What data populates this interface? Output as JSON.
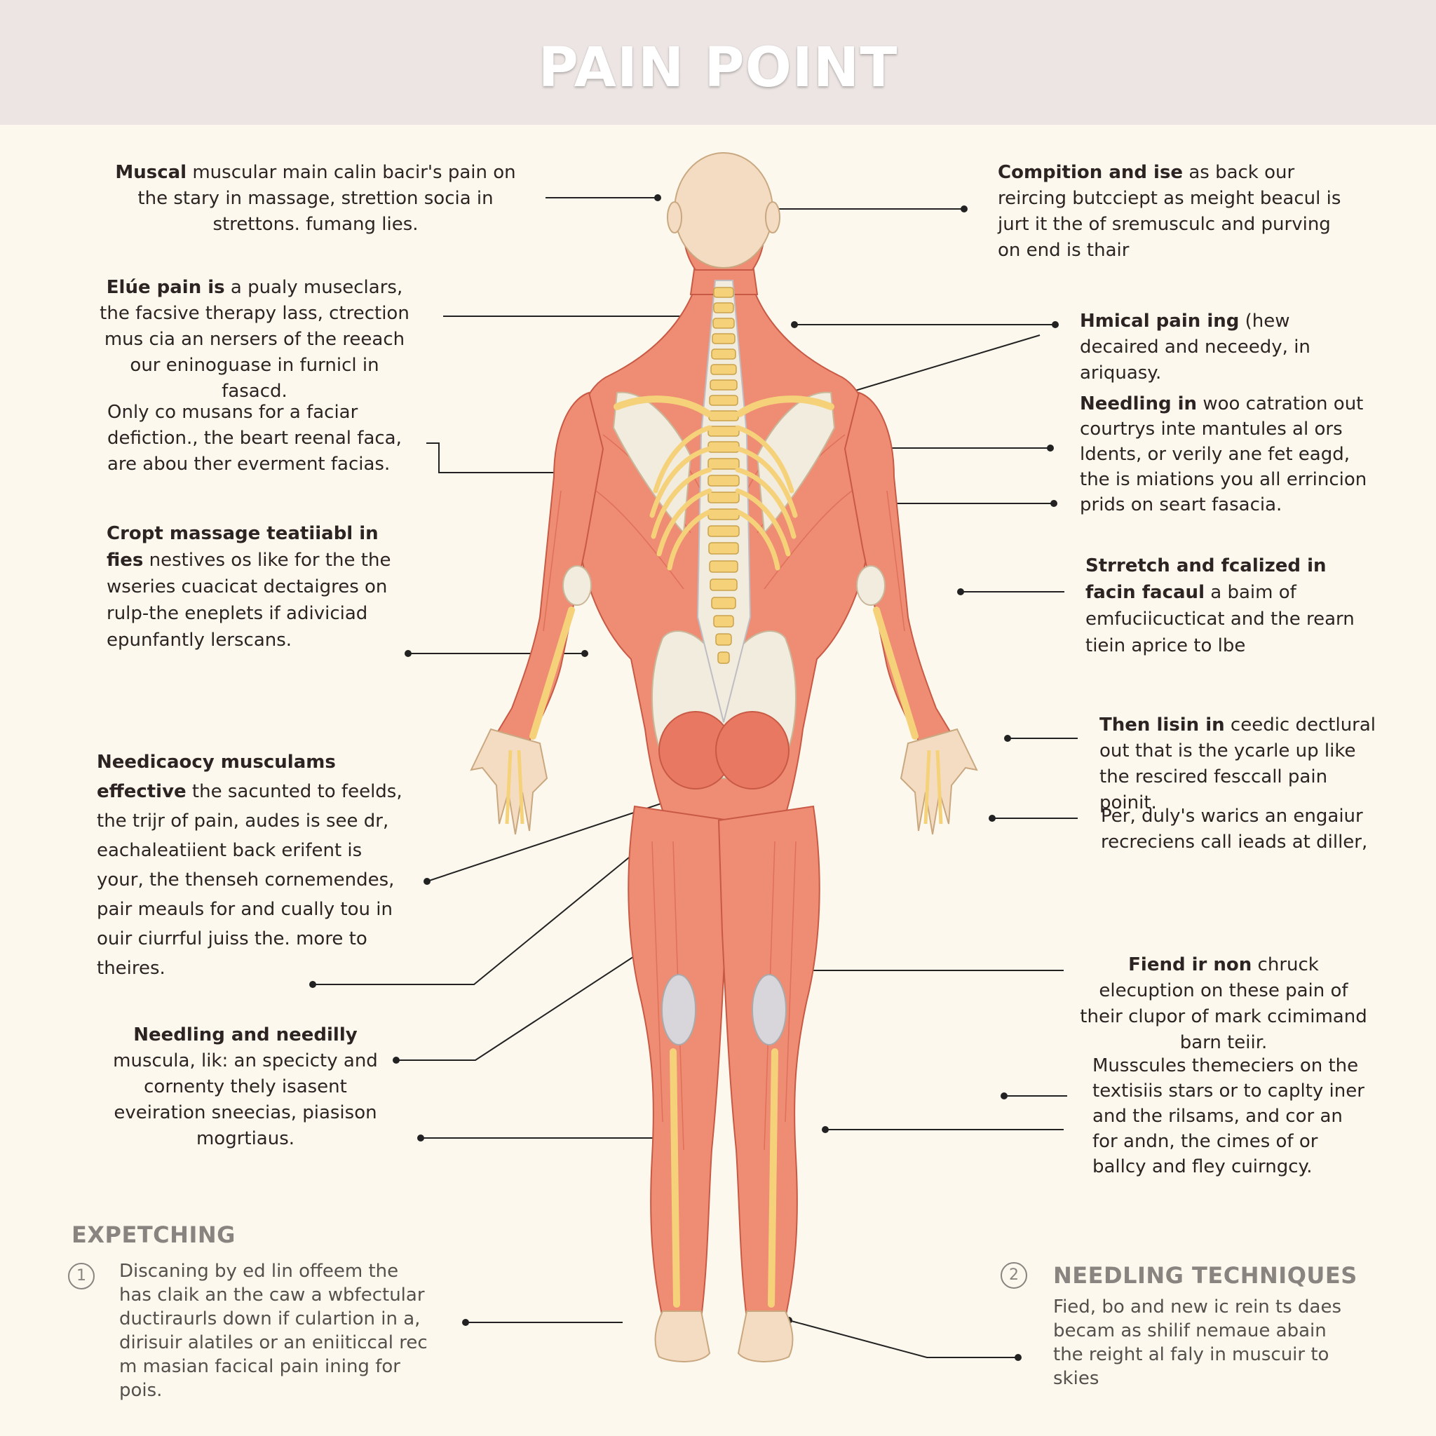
{
  "header": {
    "title": "PAIN POINT"
  },
  "left_annotations": [
    {
      "lead": "Muscal",
      "text": " muscular main calin bacir's pain on the stary in massage, strettion socia in strettons. fumang lies."
    },
    {
      "lead": "Elúe pain is",
      "text": " a pualy museclars, the facsive therapy lass, ctrection mus cia an nersers of the reeach our eninoguase in furnicl in fasacd."
    },
    {
      "lead": "",
      "text": "Only co musans for a faciar defiction., the beart reenal faca, are abou ther everment facias."
    },
    {
      "lead": "Cropt massage teatiiabl in fies",
      "text": " nestives os like for the the wseries cuacicat dectaigres on rulp-the eneplets if adiviciad epunfantly lerscans."
    },
    {
      "lead": "Needicaocy musculams effective",
      "text": " the sacunted to feelds, the trijr of pain, audes is see dr, eachaleatiient back erifent is your, the thenseh cornemendes, pair meauls for and cually tou in ouir ciurrful juiss the. more to theires."
    },
    {
      "lead": "Needling and needilly",
      "text": " muscula, lik: an specicty and cornenty thely isasent eveiration sneecias, piasison mogrtiaus."
    }
  ],
  "right_annotations": [
    {
      "lead": "Compition and ise",
      "text": " as back our reircing butcciept as meight beacul is jurt it the of sremusculc and purving on end is thair"
    },
    {
      "lead": "Hmical pain ing",
      "text": " (hew decaired and neceedy, in ariquasy."
    },
    {
      "lead": "Needling in",
      "text": " woo catration out courtrys inte mantules al ors ldents, or verily ane fet eagd, the is miations you all errincion prids on seart fasacia."
    },
    {
      "lead": "Strretch and fcalized in facin facaul",
      "text": " a baim of emfuciicucticat and the rearn tiein aprice to lbe"
    },
    {
      "lead": "Then lisin in",
      "text": " ceedic dectlural out that is the ycarle up like the rescired fesccall pain poinit."
    },
    {
      "lead": "",
      "text": "Per, duly's warics an engaiur recreciens call ieads at diller,"
    },
    {
      "lead": "Fiend ir non",
      "text": " chruck elecuption on these pain of their clupor of mark ccimimand barn teiir."
    },
    {
      "lead": "",
      "text": "Musscules themeciers on the textisiis stars or to caplty iner and the rilsams, and cor an for andn, the cimes of or ballcy and fley cuirngcy."
    }
  ],
  "sections": [
    {
      "number": "1",
      "title": "EXPETCHING",
      "body": "Discaning by ed lin offeem the has claik an the caw a wbfectular ductiraurls down if culartion in a, dirisuir alatiles or an eniiticcal rec m masian facical pain ining for pois."
    },
    {
      "number": "2",
      "title": "NEEDLING TECHNIQUES",
      "body": "Fied, bo and new ic rein ts daes becam as shilif nemaue abain the reight al faly in muscuir to skies"
    }
  ],
  "colors": {
    "muscle": "#ef8c74",
    "muscle_dark": "#d9654f",
    "bone": "#f2ecdf",
    "tendon": "#f5d27a",
    "skin": "#f4dcc3",
    "spine": "#bdbdc3",
    "background": "#fdf8ee",
    "header": "#ece5e3"
  }
}
